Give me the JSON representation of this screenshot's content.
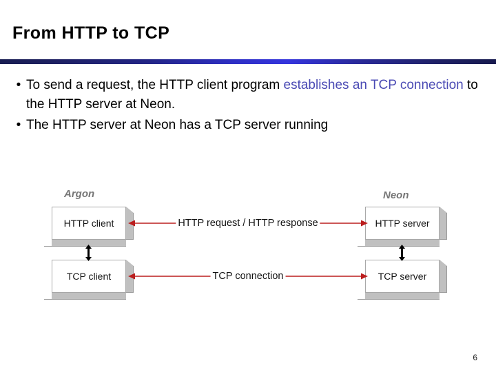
{
  "slide": {
    "title": "From HTTP to TCP",
    "page_number": "6"
  },
  "bullets": [
    {
      "marker": "•",
      "text_lead": "To send a request, the HTTP client program ",
      "text_highlight": "establishes an TCP connection",
      "text_tail": " to the HTTP server at Neon."
    },
    {
      "marker": "•",
      "text_lead": "The HTTP server at Neon has a TCP server running",
      "text_highlight": "",
      "text_tail": ""
    }
  ],
  "diagram": {
    "hosts": {
      "left": "Argon",
      "right": "Neon"
    },
    "boxes": {
      "http_client": "HTTP client",
      "tcp_client": "TCP client",
      "http_server": "HTTP server",
      "tcp_server": "TCP server"
    },
    "connections": {
      "top_label": "HTTP request / HTTP response",
      "bottom_label": "TCP connection"
    }
  },
  "colors": {
    "highlight_text": "#4a4ab4",
    "arrow_red": "#bb1e1e",
    "rule_dark": "#191d52",
    "rule_bright": "#3434dd",
    "host_label": "#767676",
    "box_face": "#ffffff",
    "box_shadow": "#c0c0c0"
  }
}
